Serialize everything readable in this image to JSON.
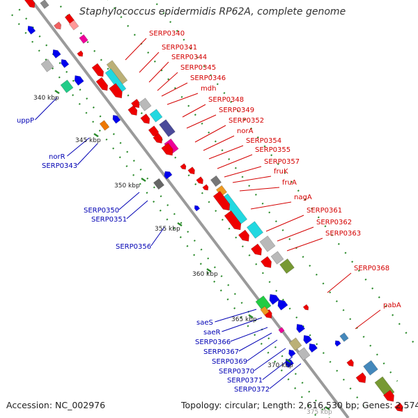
{
  "title": "Staphylococcus epidermidis RP62A, complete genome",
  "accession_text": "Accession: NC_002976",
  "topology_text": "Topology: circular; Length: 2,616,530 bp; Genes: 2,574",
  "colors": {
    "forward_label": "#d40000",
    "reverse_label": "#0000b4",
    "backbone": "#9a9a9a",
    "tick": "#2a8a2a",
    "gene_red": "#ee0000",
    "gene_blue": "#0000ee",
    "gene_cyan": "#22d8e0",
    "gene_gray": "#b9b9b9",
    "gene_olive": "#779933"
  },
  "ruler_labels": [
    "340 kbp",
    "345 kbp",
    "350 kbp",
    "355 kbp",
    "360 kbp",
    "365 kbp",
    "370 kbp",
    "375 kbp"
  ],
  "forward_genes": [
    "SERP0340",
    "SERP0341",
    "SERP0344",
    "SERP0345",
    "SERP0346",
    "mdh",
    "SERP0348",
    "SERP0349",
    "SERP0352",
    "norA",
    "SERP0354",
    "SERP0355",
    "SERP0357",
    "fruK",
    "fruA",
    "nagA",
    "SERP0361",
    "SERP0362",
    "SERP0363",
    "SERP0368",
    "pabA"
  ],
  "reverse_genes": [
    "uppP",
    "norR",
    "SERP0343",
    "SERP0350",
    "SERP0351",
    "SERP0356",
    "saeS",
    "saeR",
    "SERP0366",
    "SERP0367",
    "SERP0369",
    "SERP0370",
    "SERP0371",
    "SERP0372"
  ]
}
